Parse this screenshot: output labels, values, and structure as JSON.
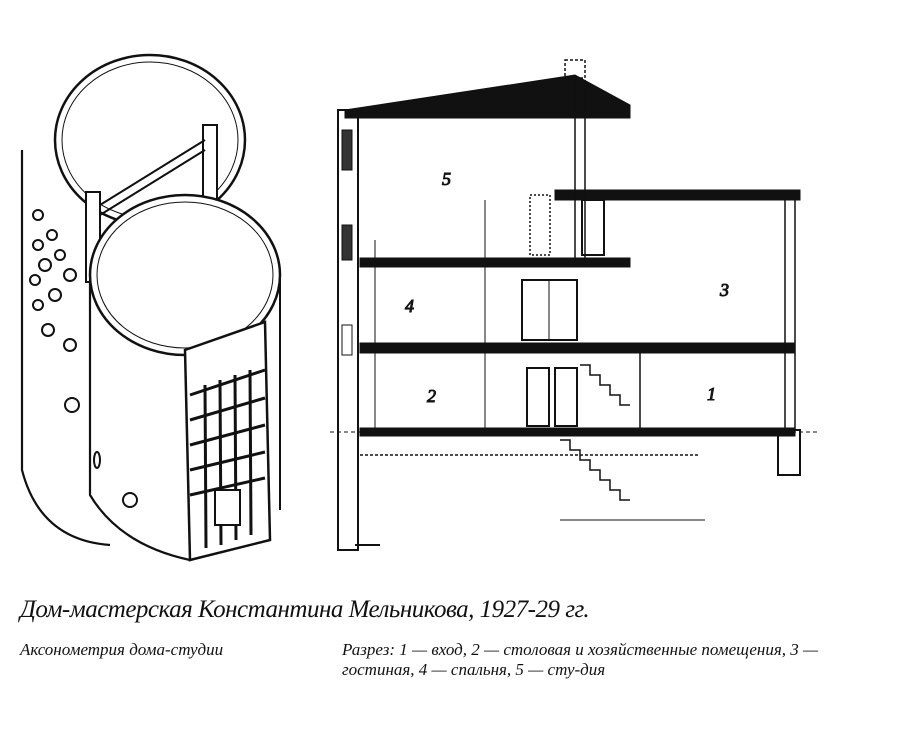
{
  "figure": {
    "title": "Дом-мастерская Константина Мельникова, 1927-29 гг.",
    "caption_axonometry": "Аксонометрия дома-студии",
    "caption_section": "Разрез: 1 — вход, 2 — столовая и хозяйственные помещения, 3 — гостиная, 4 — спальня, 5 — сту-дия"
  },
  "section": {
    "room_labels": [
      "1",
      "2",
      "3",
      "4",
      "5"
    ]
  },
  "colors": {
    "ink": "#111111",
    "paper": "#ffffff"
  }
}
